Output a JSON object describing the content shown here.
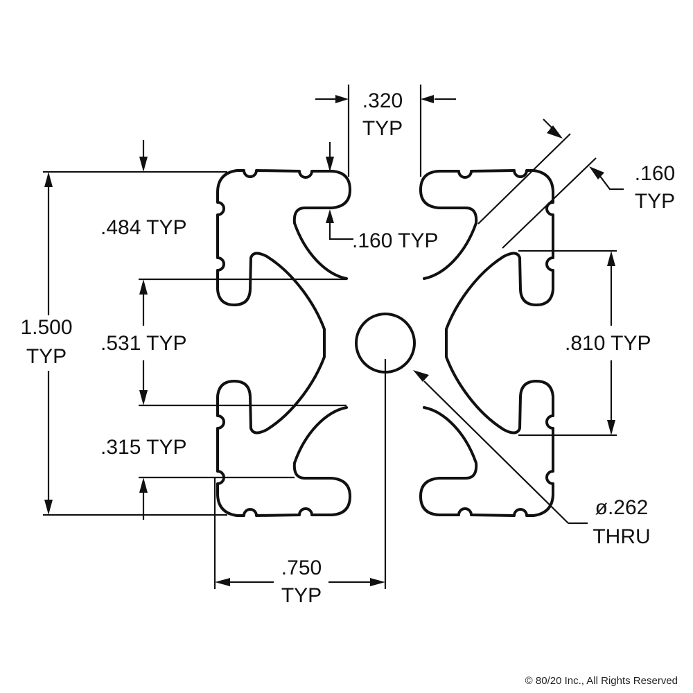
{
  "diagram": {
    "colors": {
      "ink": "#111111",
      "background": "#ffffff"
    },
    "dimensions": {
      "top_slot_width": {
        "value": ".320",
        "qualifier": "TYP"
      },
      "diagonal_wall": {
        "value": ".160",
        "qualifier": "TYP"
      },
      "slot_depth": {
        "label": ".484 TYP"
      },
      "lip_thickness": {
        "label": ".160 TYP"
      },
      "overall_height": {
        "value": "1.500",
        "qualifier": "TYP"
      },
      "inner_slot_opening": {
        "label": ".531 TYP"
      },
      "slot_opening_right": {
        "label": ".810 TYP"
      },
      "lip_depth": {
        "label": ".315 TYP"
      },
      "center_hole": {
        "value": "ø.262",
        "qualifier": "THRU"
      },
      "half_width": {
        "value": ".750",
        "qualifier": "TYP"
      }
    },
    "copyright": "© 80/20 Inc., All Rights Reserved"
  }
}
